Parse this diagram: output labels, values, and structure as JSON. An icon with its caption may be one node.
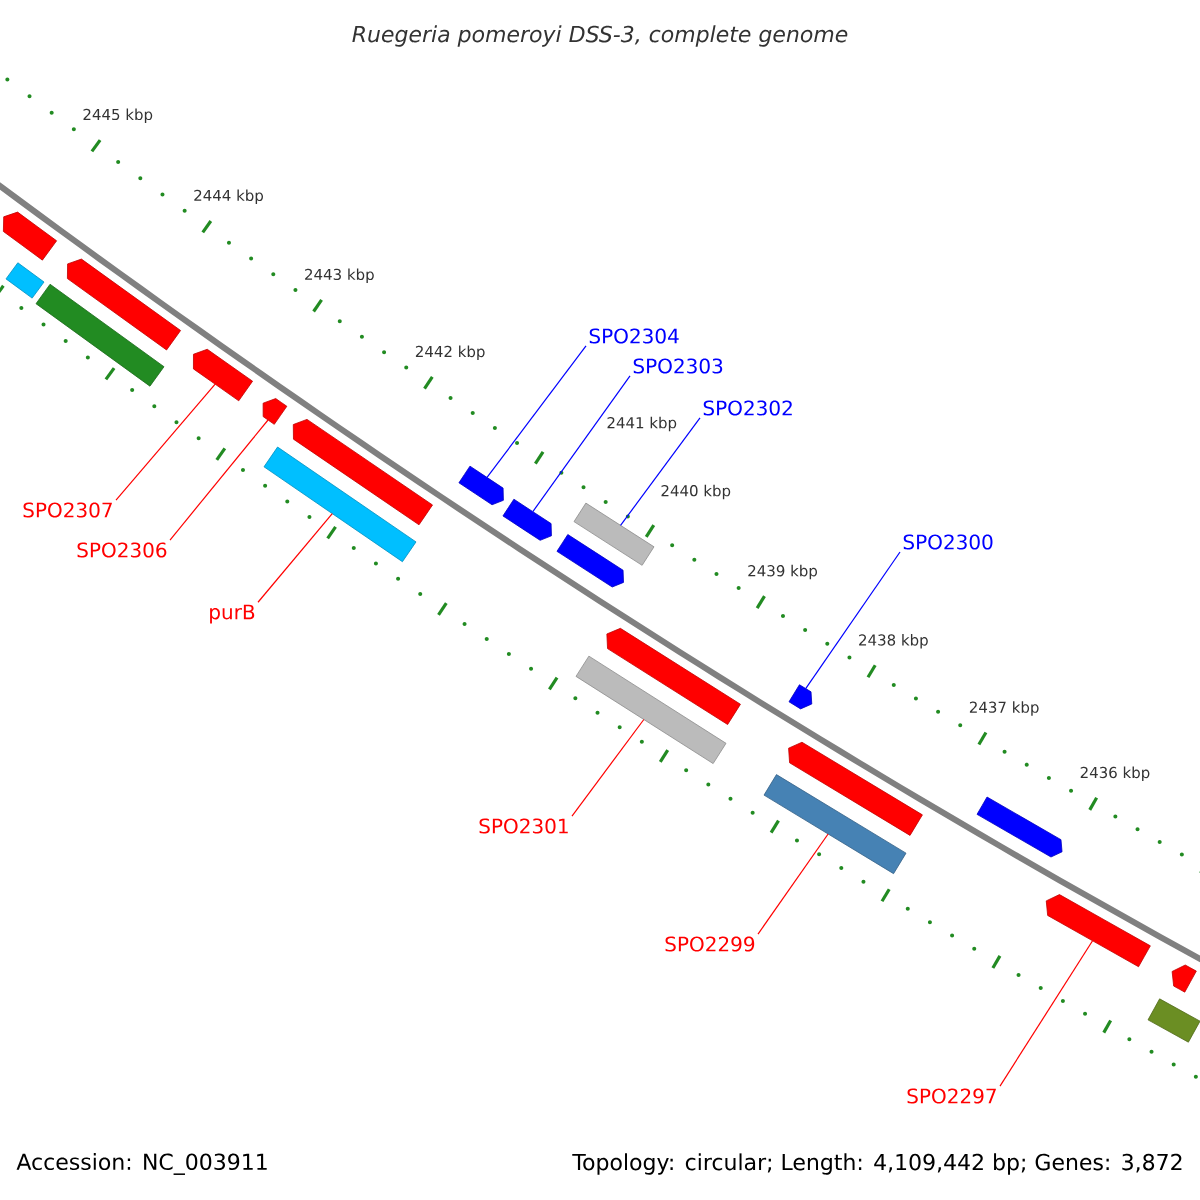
{
  "diagram": {
    "title": "Ruegeria pomeroyi DSS-3, complete genome",
    "nodes": [
      {
        "text": [
          "SPO2304"
        ]
      },
      {
        "text": [],
        "shape": "arrow"
      },
      {
        "text": [
          "SPO2303"
        ]
      },
      {
        "text": [],
        "shape": "arrow"
      },
      {
        "text": [
          "SPO2302"
        ]
      },
      {
        "text": [],
        "shape": "bar"
      },
      {
        "text": [
          "SPO2300"
        ]
      },
      {
        "text": [],
        "shape": "arrow"
      },
      {
        "text": [
          "SPO2307"
        ]
      },
      {
        "text": [],
        "shape": "arrow"
      },
      {
        "text": [
          "SPO2306"
        ]
      },
      {
        "text": [],
        "shape": "arrow"
      },
      {
        "text": [
          "purB"
        ]
      },
      {
        "text": [],
        "shape": "bar"
      },
      {
        "text": [
          "SPO2301"
        ]
      },
      {
        "text": [],
        "shape": "bar"
      },
      {
        "text": [
          "SPO2299"
        ]
      },
      {
        "text": [],
        "shape": "bar"
      },
      {
        "text": [
          "SPO2297"
        ]
      },
      {
        "text": [],
        "shape": "arrow"
      },
      {
        "text": [],
        "shape": "bar"
      },
      {
        "text": [],
        "shape": "arrow"
      },
      {
        "text": [],
        "shape": "bar"
      },
      {
        "text": [],
        "shape": "arrow"
      },
      {
        "text": [],
        "shape": "arrow"
      },
      {
        "text": [],
        "shape": "arrow"
      },
      {
        "text": [],
        "shape": "arrow"
      },
      {
        "text": [],
        "shape": "arrow"
      },
      {
        "text": [],
        "shape": "arrow"
      },
      {
        "text": [],
        "shape": "bar"
      },
      {
        "text": [],
        "shape": "arrow"
      }
    ],
    "edges": [
      {
        "from": 0,
        "to": 1,
        "arrow": "none",
        "color": "#0000ff"
      },
      {
        "from": 2,
        "to": 3,
        "arrow": "none",
        "color": "#0000ff"
      },
      {
        "from": 4,
        "to": 5,
        "arrow": "none",
        "color": "#0000ff"
      },
      {
        "from": 6,
        "to": 7,
        "arrow": "none",
        "color": "#0000ff"
      },
      {
        "from": 8,
        "to": 9,
        "arrow": "none"
      },
      {
        "from": 10,
        "to": 11,
        "arrow": "none"
      },
      {
        "from": 12,
        "to": 13,
        "arrow": "none"
      },
      {
        "from": 14,
        "to": 15,
        "arrow": "none"
      },
      {
        "from": 16,
        "to": 17,
        "arrow": "none"
      },
      {
        "from": 18,
        "to": 19,
        "arrow": "none"
      }
    ],
    "labels": [
      "2445 kbp",
      "2444 kbp",
      "2443 kbp",
      "2442 kbp",
      "2441 kbp",
      "2440 kbp",
      "2439 kbp",
      "2438 kbp",
      "2437 kbp",
      "2436 kbp",
      "Accession: NC_003911",
      "Topology: circular; Length: 4,109,442 bp; Genes: 3,872"
    ]
  }
}
